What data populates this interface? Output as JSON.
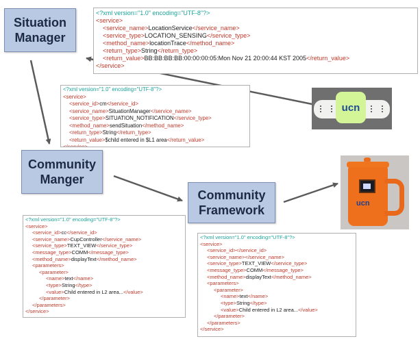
{
  "nodes": {
    "situation_manager": [
      "Situation",
      "Manager"
    ],
    "community_manager": [
      "Community",
      "Manger"
    ],
    "community_framework": [
      "Community",
      "Framework"
    ]
  },
  "devices": {
    "sensor_label": "ucn",
    "mug_label": "ucn"
  },
  "xml_messages": {
    "location_service": [
      {
        "d": 0,
        "o": "<?xml version=\"1.0\" encoding=\"UTF-8\"?>",
        "v": "",
        "c": ""
      },
      {
        "d": 0,
        "o": "<service>",
        "v": "",
        "c": ""
      },
      {
        "d": 1,
        "o": "<service_name>",
        "v": "LocationService",
        "c": "</service_name>"
      },
      {
        "d": 1,
        "o": "<service_type>",
        "v": "LOCATION_SENSING",
        "c": "</service_type>"
      },
      {
        "d": 1,
        "o": "<method_name>",
        "v": "locationTrace",
        "c": "</method_name>"
      },
      {
        "d": 1,
        "o": "<return_type>",
        "v": "String",
        "c": "</return_type>"
      },
      {
        "d": 1,
        "o": "<return_value>",
        "v": "BB:BB:BB:BB:00:00:00:05:Mon Nov 21 20:00:44 KST 2005",
        "c": "</return_value>"
      },
      {
        "d": 0,
        "o": "</service>",
        "v": "",
        "c": ""
      }
    ],
    "situation_notification": [
      {
        "d": 0,
        "o": "<?xml version=\"1.0\" encoding=\"UTF-8\"?>",
        "v": "",
        "c": ""
      },
      {
        "d": 0,
        "o": "<service>",
        "v": "",
        "c": ""
      },
      {
        "d": 1,
        "o": "<service_id>",
        "v": "cm",
        "c": "</service_id>"
      },
      {
        "d": 1,
        "o": "<service_name>",
        "v": "SituationManager",
        "c": "</service_name>"
      },
      {
        "d": 1,
        "o": "<service_type>",
        "v": "SITUATION_NOTIFICATION",
        "c": "</service_type>"
      },
      {
        "d": 1,
        "o": "<method_name>",
        "v": "sendSituation",
        "c": "</method_name>"
      },
      {
        "d": 1,
        "o": "<return_type>",
        "v": "String",
        "c": "</return_type>"
      },
      {
        "d": 1,
        "o": "<return_value>",
        "v": "$child entered in $L1 area",
        "c": "</return_value>"
      },
      {
        "d": 0,
        "o": "</service>",
        "v": "",
        "c": ""
      }
    ],
    "cup_controller": [
      {
        "d": 0,
        "o": "<?xml version=\"1.0\" encoding=\"UTF-8\"?>",
        "v": "",
        "c": ""
      },
      {
        "d": 0,
        "o": "<service>",
        "v": "",
        "c": ""
      },
      {
        "d": 1,
        "o": "<service_id>",
        "v": "cc",
        "c": "</service_id>"
      },
      {
        "d": 1,
        "o": "<service_name>",
        "v": "CupController",
        "c": "</service_name>"
      },
      {
        "d": 1,
        "o": "<service_type>",
        "v": "TEXT_VIEW",
        "c": "</service_type>"
      },
      {
        "d": 1,
        "o": "<message_type>",
        "v": "COMM",
        "c": "</message_type>"
      },
      {
        "d": 1,
        "o": "<method_name>",
        "v": "displayText",
        "c": "</method_name>"
      },
      {
        "d": 1,
        "o": "<parameters>",
        "v": "",
        "c": ""
      },
      {
        "d": 2,
        "o": "<parameter>",
        "v": "",
        "c": ""
      },
      {
        "d": 3,
        "o": "<name>",
        "v": "text",
        "c": "</name>"
      },
      {
        "d": 3,
        "o": "<type>",
        "v": "String",
        "c": "</type>"
      },
      {
        "d": 3,
        "o": "<value>",
        "v": "Child entered in L2 area...",
        "c": "</value>"
      },
      {
        "d": 2,
        "o": "</parameter>",
        "v": "",
        "c": ""
      },
      {
        "d": 1,
        "o": "</parameters>",
        "v": "",
        "c": ""
      },
      {
        "d": 0,
        "o": "</service>",
        "v": "",
        "c": ""
      }
    ],
    "text_view": [
      {
        "d": 0,
        "o": "<?xml version=\"1.0\" encoding=\"UTF-8\"?>",
        "v": "",
        "c": ""
      },
      {
        "d": 0,
        "o": "<service>",
        "v": "",
        "c": ""
      },
      {
        "d": 1,
        "o": "<service_id>",
        "v": "",
        "c": "</service_id>"
      },
      {
        "d": 1,
        "o": "<service_name>",
        "v": "",
        "c": "</service_name>"
      },
      {
        "d": 1,
        "o": "<service_type>",
        "v": "TEXT_VIEW",
        "c": "</service_type>"
      },
      {
        "d": 1,
        "o": "<message_type>",
        "v": "COMM",
        "c": "</message_type>"
      },
      {
        "d": 1,
        "o": "<method_name>",
        "v": "displayText",
        "c": "</method_name>"
      },
      {
        "d": 1,
        "o": "<parameters>",
        "v": "",
        "c": ""
      },
      {
        "d": 2,
        "o": "<parameter>",
        "v": "",
        "c": ""
      },
      {
        "d": 3,
        "o": "<name>",
        "v": "text",
        "c": "</name>"
      },
      {
        "d": 3,
        "o": "<type>",
        "v": "String",
        "c": "</type>"
      },
      {
        "d": 3,
        "o": "<value>",
        "v": "Child entered in L2 area...",
        "c": "</value>"
      },
      {
        "d": 2,
        "o": "</parameter>",
        "v": "",
        "c": ""
      },
      {
        "d": 1,
        "o": "</parameters>",
        "v": "",
        "c": ""
      },
      {
        "d": 0,
        "o": "</service>",
        "v": "",
        "c": ""
      }
    ]
  }
}
